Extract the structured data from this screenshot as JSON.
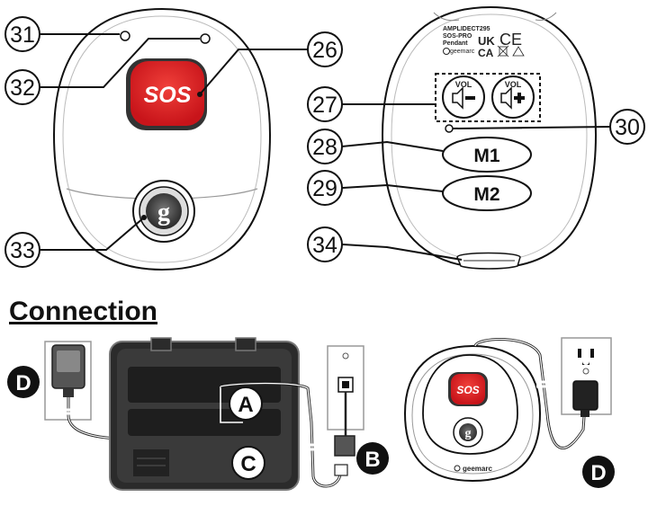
{
  "front": {
    "sos_label": "SOS",
    "logo_letter": "g",
    "callouts": {
      "c31": "31",
      "c32": "32",
      "c26": "26",
      "c33": "33"
    }
  },
  "back": {
    "label_lines": [
      "AMPLIDECT295",
      "SOS-PRO",
      "Pendant"
    ],
    "ce_mark": "CE",
    "uk_mark": "UK",
    "ca_mark": "CA",
    "brand_small": "geemarc",
    "vol_minus_label": "VOL",
    "vol_plus_label": "VOL",
    "m1_label": "M1",
    "m2_label": "M2",
    "callouts": {
      "c27": "27",
      "c28": "28",
      "c29": "29",
      "c30": "30",
      "c34": "34"
    }
  },
  "section_heading": "Connection",
  "connection": {
    "markers": {
      "A": "A",
      "B": "B",
      "C": "C",
      "D_left": "D",
      "D_right": "D"
    },
    "sos_label": "SOS",
    "logo_letter": "g",
    "brand": "geemarc"
  }
}
